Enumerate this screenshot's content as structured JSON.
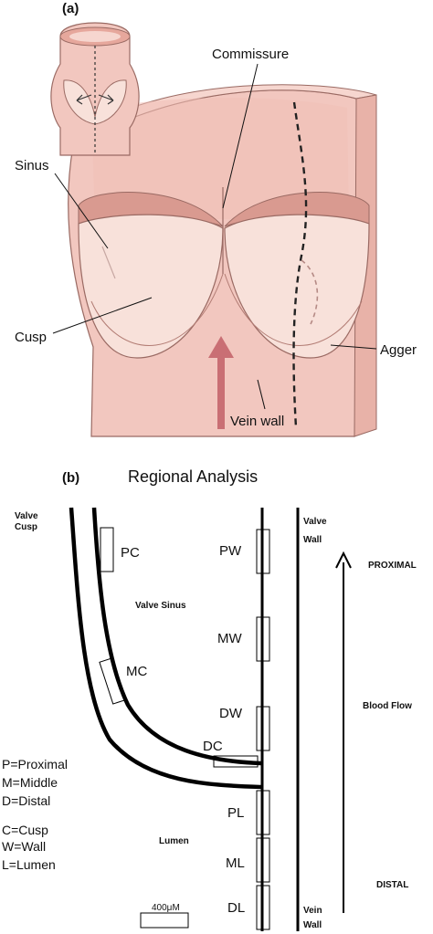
{
  "panel_a": {
    "panel_label": "(a)",
    "labels": {
      "commissure": "Commissure",
      "sinus": "Sinus",
      "cusp": "Cusp",
      "agger": "Agger",
      "vein_wall": "Vein wall"
    },
    "colors": {
      "tissue": "#f2c7bf",
      "tissue_dark": "#e3a89e",
      "cusp": "#f8e1da",
      "outline": "#9a6a63",
      "arrow": "#c96f74"
    }
  },
  "panel_b": {
    "panel_label": "(b)",
    "title": "Regional Analysis",
    "labels": {
      "valve_cusp": [
        "Valve",
        "Cusp"
      ],
      "valve_sinus": "Valve Sinus",
      "valve_wall": [
        "Valve",
        "Wall"
      ],
      "lumen": "Lumen",
      "vein_wall": [
        "Vein",
        "Wall"
      ],
      "proximal": "PROXIMAL",
      "blood_flow": "Blood Flow",
      "distal": "DISTAL",
      "scale_bar": "400μM"
    },
    "regions": [
      "PC",
      "MC",
      "DC",
      "PW",
      "MW",
      "DW",
      "PL",
      "ML",
      "DL"
    ],
    "legend": [
      "P=Proximal",
      "M=Middle",
      "D=Distal",
      "C=Cusp",
      "W=Wall",
      "L=Lumen"
    ]
  }
}
